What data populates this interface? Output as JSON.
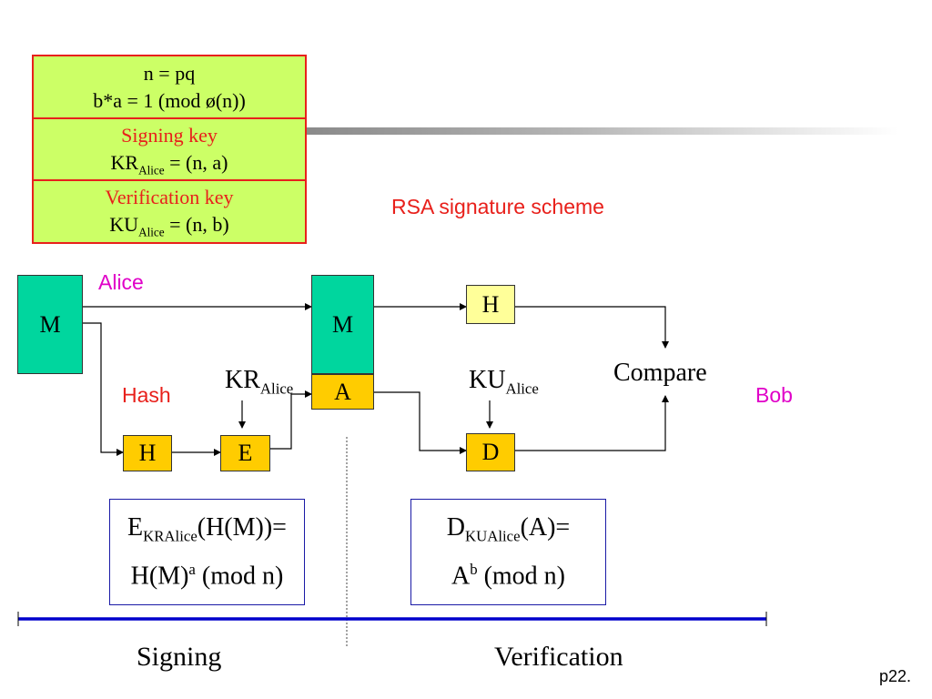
{
  "key_table": {
    "row1_line1": "n = pq",
    "row1_line2": "b*a = 1 (mod ø(n))",
    "row2_title": "Signing key",
    "row2_base": "KR",
    "row2_sub": "Alice",
    "row2_rest": " = (n, a)",
    "row3_title": "Verification key",
    "row3_base": "KU",
    "row3_sub": "Alice",
    "row3_rest": " = (n, b)"
  },
  "title": "RSA signature scheme",
  "labels": {
    "alice": "Alice",
    "hash": "Hash",
    "bob": "Bob",
    "compare": "Compare",
    "kr_base": "KR",
    "kr_sub": "Alice",
    "ku_base": "KU",
    "ku_sub": "Alice"
  },
  "boxes": {
    "m_left": "M",
    "h_left": "H",
    "e": "E",
    "m_mid": "M",
    "a": "A",
    "h_right": "H",
    "d": "D"
  },
  "formulas": {
    "sign_base": "E",
    "sign_sub": "KRAlice",
    "sign_rest": "(H(M))=",
    "sign_line2_base": "H(M)",
    "sign_line2_sup": "a",
    "sign_line2_rest": " (mod n)",
    "verify_base": "D",
    "verify_sub": "KUAlice",
    "verify_rest": "(A)=",
    "verify_line2_base": "A",
    "verify_line2_sup": "b",
    "verify_line2_rest": "  (mod n)"
  },
  "footer": {
    "signing": "Signing",
    "verification": "Verification",
    "page": "p22."
  },
  "colors": {
    "accent_red": "#e8201b",
    "magenta": "#e000c8",
    "teal": "#00d69e",
    "yellow": "#ffcc00",
    "light_yellow": "#ffff99",
    "key_green": "#ccff66",
    "timeline_blue": "#0000cc"
  }
}
